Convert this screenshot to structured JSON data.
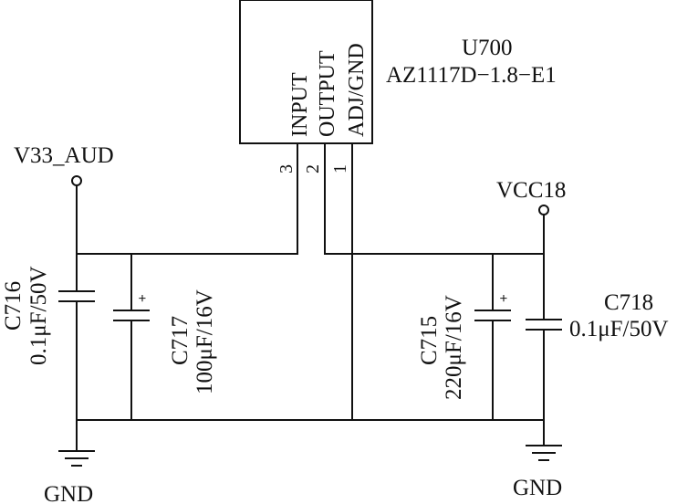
{
  "ic": {
    "ref": "U700",
    "part": "AZ1117D−1.8−E1",
    "pins": [
      {
        "name": "INPUT",
        "number": "3"
      },
      {
        "name": "OUTPUT",
        "number": "2"
      },
      {
        "name": "ADJ/GND",
        "number": "1"
      }
    ]
  },
  "nets": {
    "input": "V33_AUD",
    "output": "VCC18",
    "gnd_left": "GND",
    "gnd_right": "GND"
  },
  "capacitors": {
    "c716": {
      "ref": "C716",
      "value": "0.1μF/50V"
    },
    "c717": {
      "ref": "C717",
      "value": "100μF/16V",
      "polarity": "+"
    },
    "c715": {
      "ref": "C715",
      "value": "220μF/16V",
      "polarity": "+"
    },
    "c718": {
      "ref": "C718",
      "value": "0.1μF/50V"
    }
  }
}
